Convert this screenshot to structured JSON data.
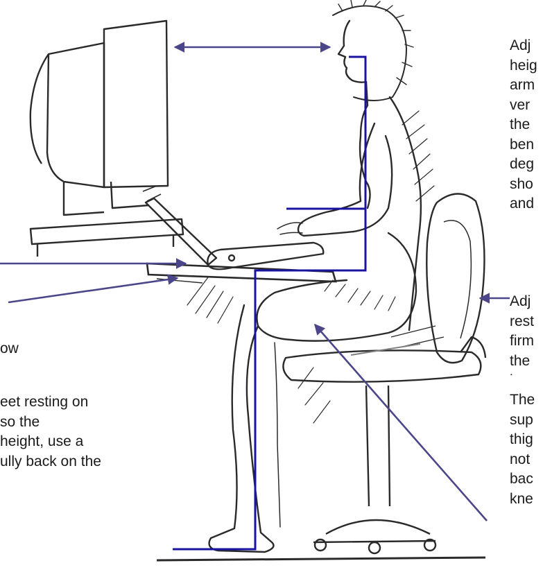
{
  "captions": {
    "arm_height": "Adj\nheig\narm\nver\nthe\nben\ndeg\nsho\nand",
    "backrest": "Adj\nrest\nfirm\nthe\nbac",
    "seat_depth": "The\nsup\nthig\nnot\nbac\nkne",
    "elbow": "ow",
    "feet": "eet resting on\nso the\nheight, use a\nully back on the"
  },
  "colors": {
    "annotation_line": "#1a13a0",
    "arrow": "#4b4689",
    "sketch": "#2a2a2a",
    "caption_text": "#1a1a1a"
  }
}
